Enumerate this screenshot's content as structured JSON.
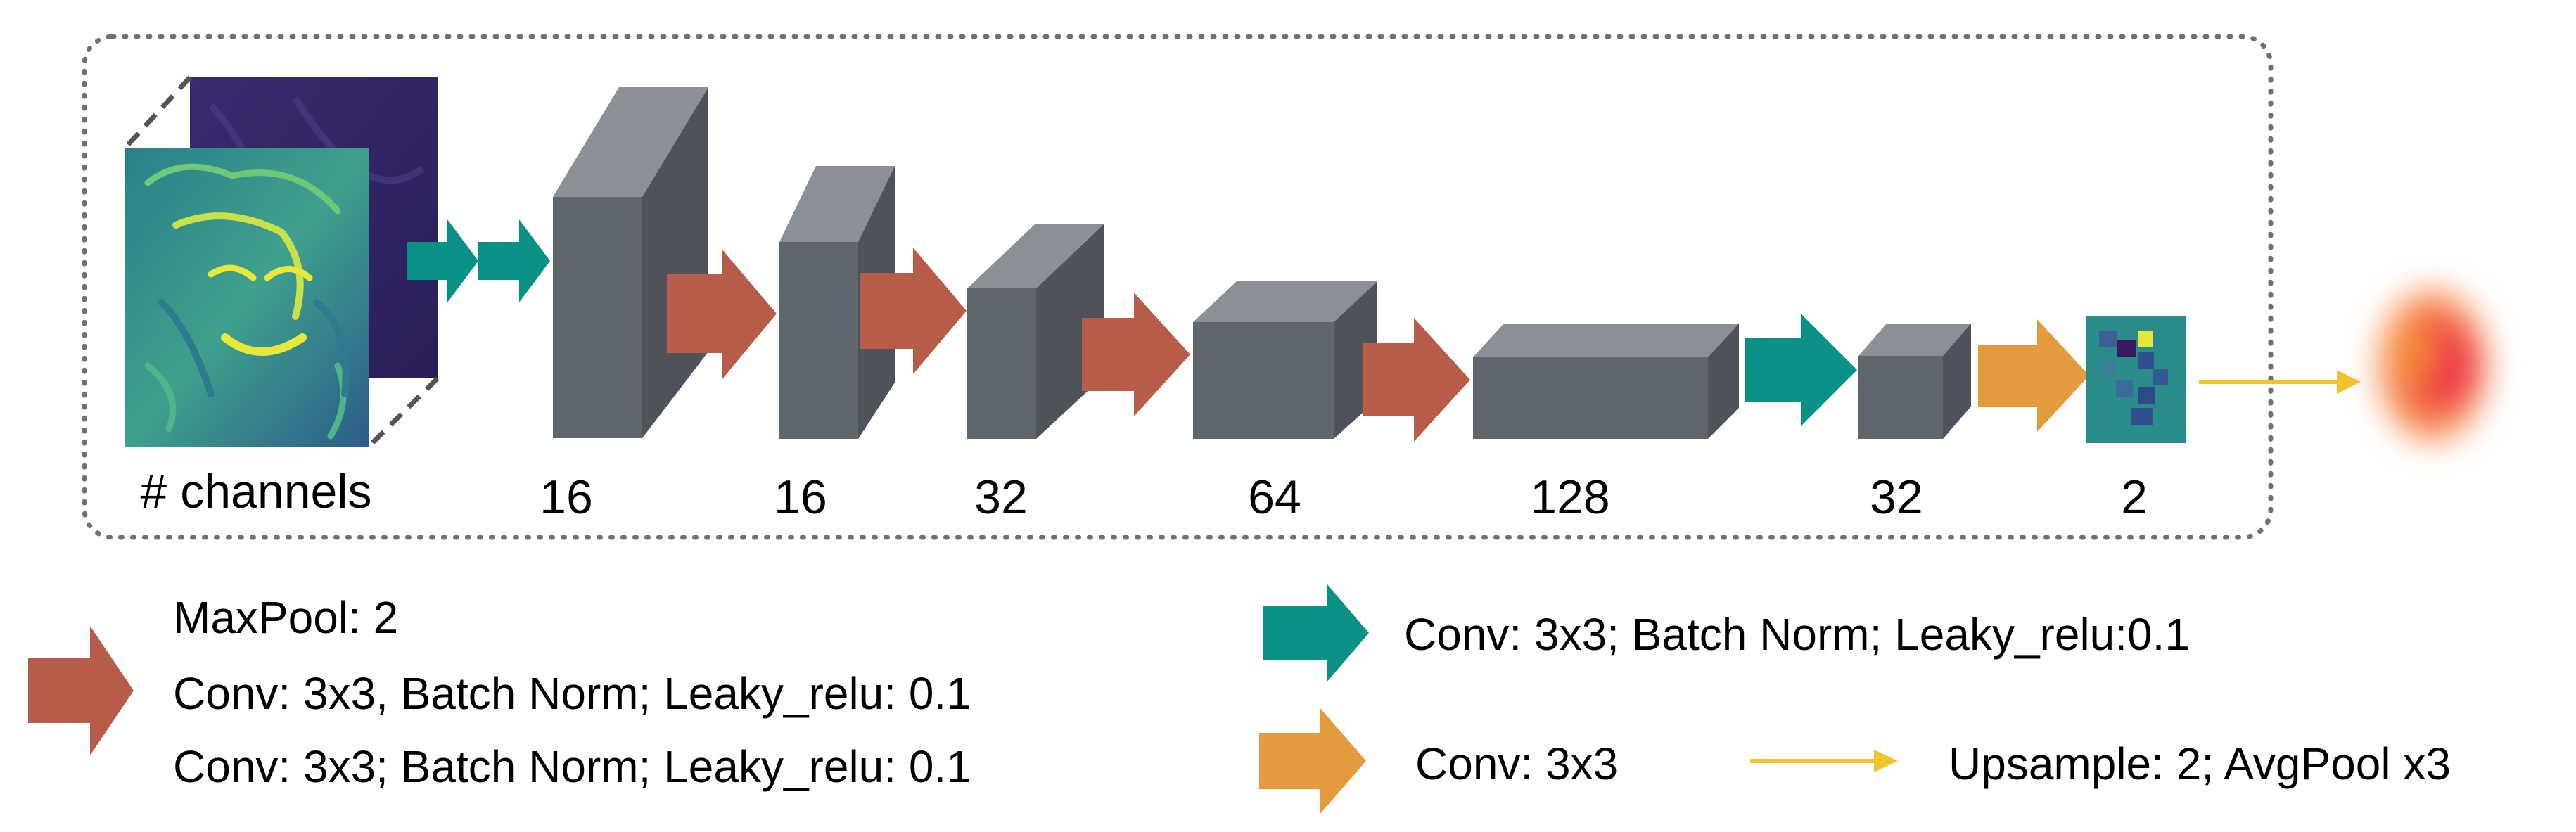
{
  "colors": {
    "red": "#B85C4A",
    "teal": "#0A9185",
    "orange": "#E49B3E",
    "yellow": "#F0C330",
    "block_front": "#5F666C",
    "block_top": "#8A9096",
    "block_side": "#4D5358",
    "frame": "#707070"
  },
  "layers": [
    {
      "label": "# channels"
    },
    {
      "label": "16"
    },
    {
      "label": "16"
    },
    {
      "label": "32"
    },
    {
      "label": "64"
    },
    {
      "label": "128"
    },
    {
      "label": "32"
    },
    {
      "label": "2"
    }
  ],
  "legend": {
    "red_lines": [
      "MaxPool: 2",
      "Conv: 3x3, Batch Norm; Leaky_relu: 0.1",
      "Conv: 3x3; Batch Norm; Leaky_relu: 0.1"
    ],
    "teal_text": "Conv: 3x3; Batch Norm; Leaky_relu:0.1",
    "orange_text": "Conv: 3x3",
    "yellow_text": "Upsample: 2; AvgPool x3"
  }
}
